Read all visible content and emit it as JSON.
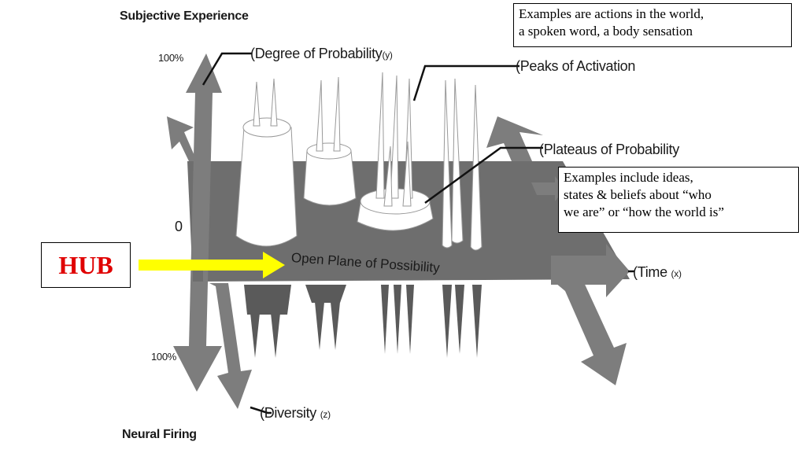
{
  "axes": {
    "top_label": "Subjective Experience",
    "bottom_label": "Neural Firing",
    "pct_top": "100%",
    "pct_bottom": "100%",
    "zero": "0"
  },
  "callouts": {
    "degree": "Degree of Probability",
    "degree_sub": "(y)",
    "peaks": "Peaks of Activation",
    "plateaus": "Plateaus of Probability",
    "time": "Time",
    "time_sub": "(x)",
    "diversity": "Diversity",
    "diversity_sub": "(z)",
    "plane": "Open Plane of Possibility"
  },
  "boxes": {
    "examples_actions_line1": "Examples are actions in the world,",
    "examples_actions_line2": "a spoken word, a body sensation",
    "examples_ideas_line1": "Examples include ideas,",
    "examples_ideas_line2": "states & beliefs about “who",
    "examples_ideas_line3": "we are” or “how the world is”"
  },
  "hub": {
    "label": "HUB",
    "text_color": "#e00000",
    "arrow_color": "#ffff00"
  },
  "colors": {
    "plane": "#6e6e6e",
    "arrow": "#7d7d7d",
    "shadow": "#5a5a5a",
    "shape_fill": "#ffffff"
  }
}
